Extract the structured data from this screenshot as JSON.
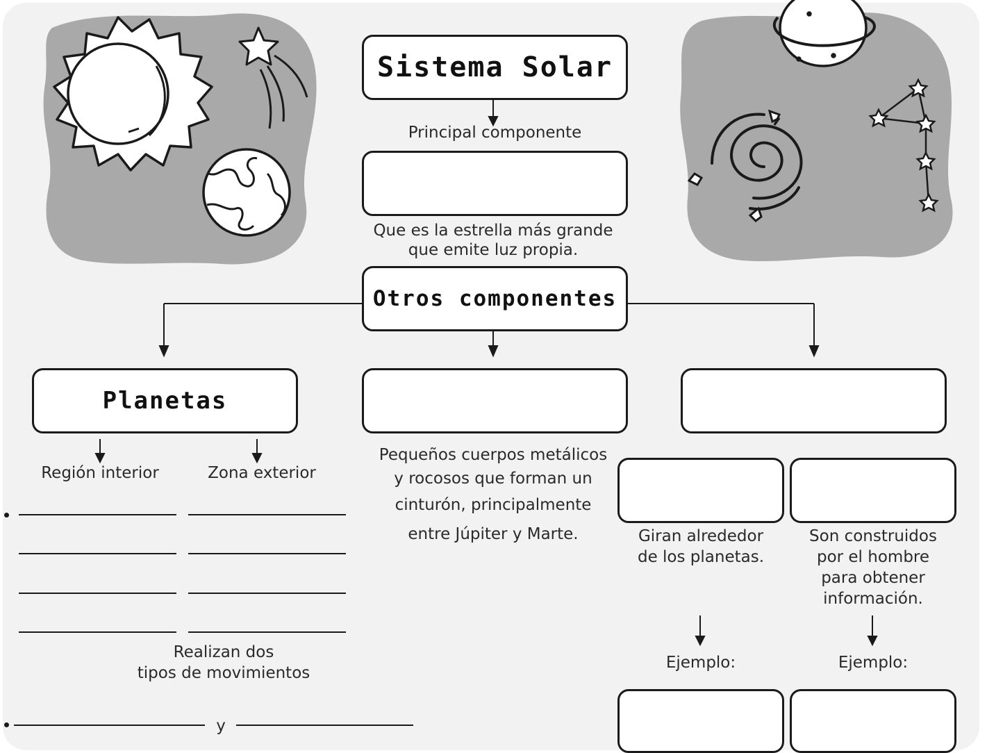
{
  "title": "Sistema Solar",
  "principal_label": "Principal componente",
  "principal_desc": [
    "Que es la estrella más grande",
    "que emite luz propia."
  ],
  "otros_title": "Otros componentes",
  "planetas_title": "Planetas",
  "region_interior": "Región interior",
  "zona_exterior": "Zona exterior",
  "movimientos_desc": [
    "Realizan dos",
    "tipos de movimientos"
  ],
  "conjunction": "y",
  "asteroides_desc": [
    "Pequeños cuerpos metálicos",
    "y rocosos que forman un",
    "cinturón, principalmente",
    "entre Júpiter y Marte."
  ],
  "naturales_desc": [
    "Giran alrededor",
    "de los planetas."
  ],
  "artificiales_desc": [
    "Son construidos",
    "por el hombre",
    "para obtener",
    "información."
  ],
  "ejemplo_left": "Ejemplo:",
  "ejemplo_right": "Ejemplo:",
  "colors": {
    "ink": "#1a1a1a",
    "blob": "#a9a9a9",
    "sheet": "#f2f2f2"
  },
  "icons": [
    "sun-icon",
    "shooting-star-icon",
    "earth-icon",
    "saturn-icon",
    "galaxy-icon",
    "constellation-icon"
  ]
}
